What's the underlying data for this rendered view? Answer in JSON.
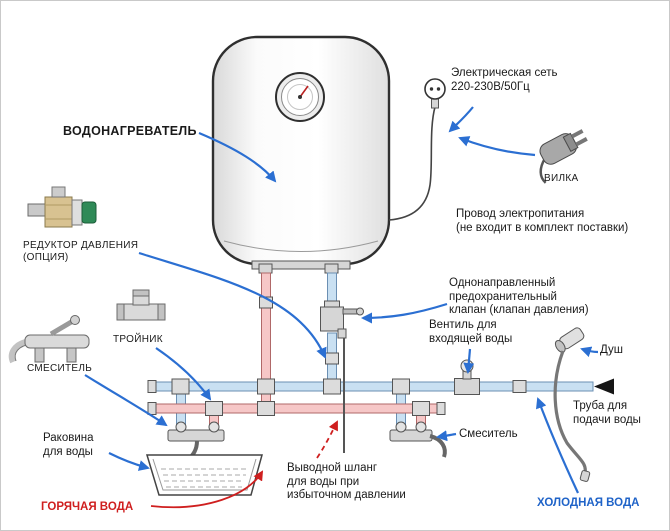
{
  "diagram": {
    "labels": {
      "water_heater": "ВОДОНАГРЕВАТЕЛЬ",
      "electric_network": "Электрическая сеть\n220-230В/50Гц",
      "plug": "ВИЛКА",
      "pressure_reducer": "РЕДУКТОР ДАВЛЕНИЯ\n(ОПЦИЯ)",
      "power_cord": "Провод электропитания\n(не входит в комплект поставки)",
      "safety_valve": "Однонаправленный\nпредохранительный\nклапан (клапан давления)",
      "tee": "ТРОЙНИК",
      "inlet_valve": "Вентиль для\nвходящей воды",
      "shower": "Душ",
      "mixer_left": "СМЕСИТЕЛЬ",
      "supply_pipe": "Труба для\nподачи воды",
      "sink": "Раковина\nдля воды",
      "mixer_right": "Смеситель",
      "drain_hose": "Выводной шланг\nдля воды при\nизбыточном давлении",
      "hot_water": "ГОРЯЧАЯ ВОДА",
      "cold_water": "ХОЛОДНАЯ ВОДА"
    },
    "colors": {
      "hot": "#cf1f1f",
      "cold": "#1f63c8",
      "arrow": "#2b6fd2",
      "hot_pipe_fill": "#f6c7c7",
      "cold_pipe_fill": "#c9e0f2"
    }
  }
}
